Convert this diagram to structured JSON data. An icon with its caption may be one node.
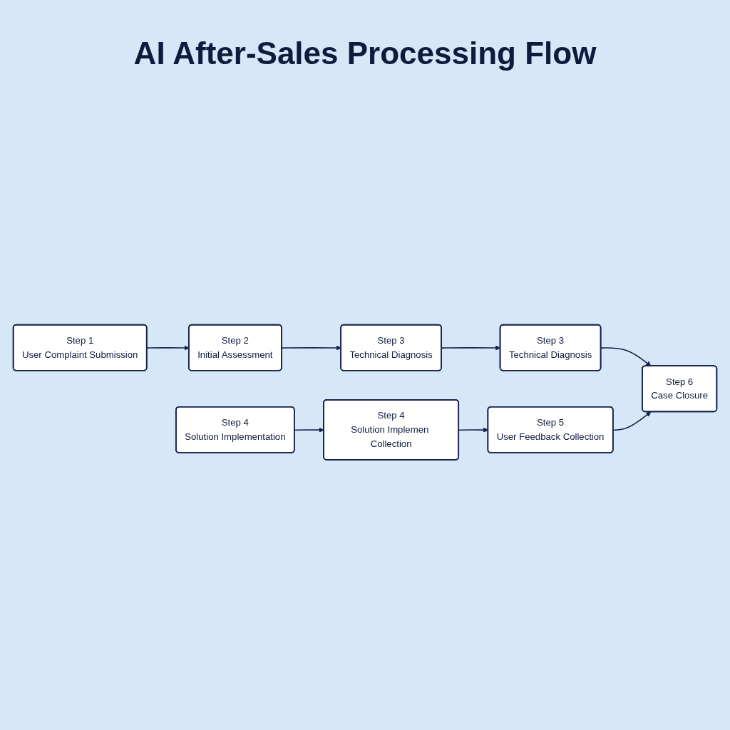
{
  "diagram": {
    "title": "AI After-Sales Processing Flow",
    "nodes": [
      {
        "text": [
          "Step 1",
          "User Complaint Submission"
        ]
      },
      {
        "text": [
          "Step 2",
          "Initial Assessment"
        ]
      },
      {
        "text": [
          "Step 3",
          "Technical Diagnosis"
        ]
      },
      {
        "text": [
          "Step 3",
          "Technical Diagnosis"
        ]
      },
      {
        "text": [
          "Step 4",
          "Solution Implementation"
        ]
      },
      {
        "text": [
          "Step 4",
          "Solution Implemen Collection"
        ]
      },
      {
        "text": [
          "Step 5",
          "User Feedback Collection"
        ]
      },
      {
        "text": [
          "Step 6",
          "Case Closure"
        ]
      }
    ],
    "edges": [
      {
        "from": 0,
        "to": 1,
        "arrow": "to"
      },
      {
        "from": 1,
        "to": 2,
        "arrow": "to"
      },
      {
        "from": 2,
        "to": 3,
        "arrow": "to"
      },
      {
        "from": 3,
        "to": 7,
        "arrow": "to"
      },
      {
        "from": 4,
        "to": 5,
        "arrow": "to"
      },
      {
        "from": 5,
        "to": 6,
        "arrow": "to"
      },
      {
        "from": 6,
        "to": 7,
        "arrow": "to"
      }
    ]
  }
}
